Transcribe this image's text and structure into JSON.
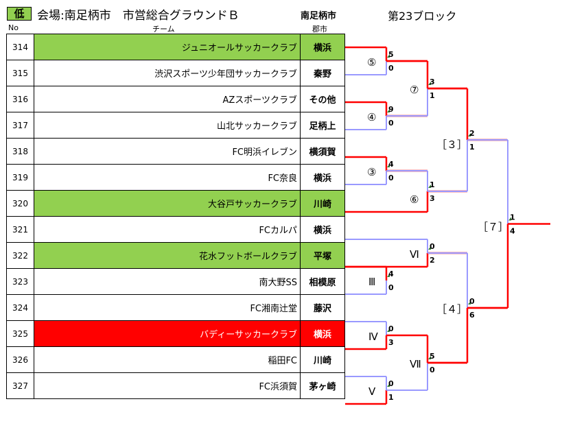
{
  "header": {
    "badge": "低",
    "venue": "会場:南足柄市　市営総合グラウンドＢ",
    "city": "南足柄市",
    "block": "第23ブロック"
  },
  "columns": {
    "no": "No",
    "team": "チーム",
    "city": "郡市"
  },
  "teams": [
    {
      "no": "314",
      "name": "ジュニオールサッカークラブ",
      "city": "横浜",
      "hl": "green"
    },
    {
      "no": "315",
      "name": "渋沢スポーツ少年団サッカークラブ",
      "city": "秦野",
      "hl": ""
    },
    {
      "no": "316",
      "name": "AZスポーツクラブ",
      "city": "その他",
      "hl": ""
    },
    {
      "no": "317",
      "name": "山北サッカークラブ",
      "city": "足柄上",
      "hl": ""
    },
    {
      "no": "318",
      "name": "FC明浜イレブン",
      "city": "横須賀",
      "hl": ""
    },
    {
      "no": "319",
      "name": "FC奈良",
      "city": "横浜",
      "hl": ""
    },
    {
      "no": "320",
      "name": "大谷戸サッカークラブ",
      "city": "川崎",
      "hl": "green"
    },
    {
      "no": "321",
      "name": "FCカルパ",
      "city": "横浜",
      "hl": ""
    },
    {
      "no": "322",
      "name": "花水フットボールクラブ",
      "city": "平塚",
      "hl": "green"
    },
    {
      "no": "323",
      "name": "南大野SS",
      "city": "相模原",
      "hl": ""
    },
    {
      "no": "324",
      "name": "FC湘南辻堂",
      "city": "藤沢",
      "hl": ""
    },
    {
      "no": "325",
      "name": "バディーサッカークラブ",
      "city": "横浜",
      "hl": "red"
    },
    {
      "no": "326",
      "name": "稲田FC",
      "city": "川崎",
      "hl": ""
    },
    {
      "no": "327",
      "name": "FC浜須賀",
      "city": "茅ヶ崎",
      "hl": ""
    }
  ],
  "matches": {
    "m5": {
      "label": "⑤",
      "top": "5",
      "bottom": "0"
    },
    "m4": {
      "label": "④",
      "top": "9",
      "bottom": "0"
    },
    "m3": {
      "label": "③",
      "top": "4",
      "bottom": "0"
    },
    "m7": {
      "label": "⑦",
      "top": "3",
      "bottom": "1"
    },
    "m6": {
      "label": "⑥",
      "top": "1",
      "bottom": "3"
    },
    "r3": {
      "label": "［３］",
      "top": "2",
      "bottom": "1"
    },
    "mVI": {
      "label": "Ⅵ",
      "top": "0",
      "bottom": "2"
    },
    "mIII": {
      "label": "Ⅲ",
      "top": "4",
      "bottom": "0"
    },
    "mIV": {
      "label": "Ⅳ",
      "top": "0",
      "bottom": "3"
    },
    "mVII": {
      "label": "Ⅶ",
      "top": "5",
      "bottom": "0"
    },
    "mV": {
      "label": "Ⅴ",
      "top": "0",
      "bottom": "1"
    },
    "r4": {
      "label": "［４］",
      "top": "0",
      "bottom": "6"
    },
    "r7": {
      "label": "［７］",
      "top": "1",
      "bottom": "4"
    }
  },
  "colors": {
    "win": "#ff0000",
    "lose": "#9999ff",
    "green": "#92d050",
    "marker": "#2e7d32"
  }
}
